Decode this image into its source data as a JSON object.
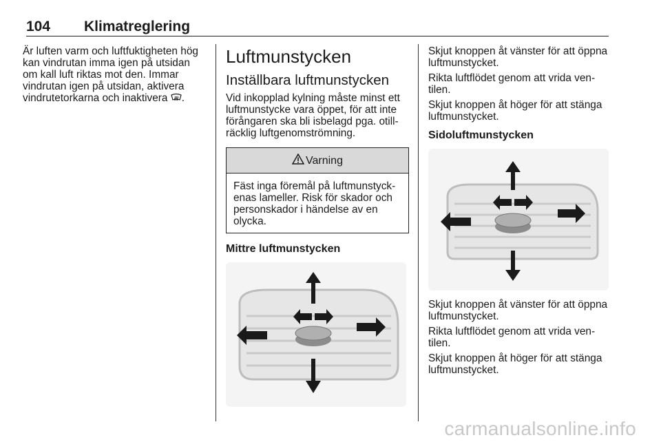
{
  "header": {
    "page_number": "104",
    "title": "Klimatreglering"
  },
  "col1": {
    "lines": [
      "Är luften varm och luftfuktigheten hög",
      "kan vindrutan imma igen på utsidan",
      "om kall luft riktas mot den. Immar",
      "vindrutan igen på utsidan, aktivera",
      "vindrutetorkarna och inaktivera ",
      "."
    ],
    "defrost_icon": "windshield-defrost-icon"
  },
  "col2": {
    "heading": "Luftmunstycken",
    "subheading": "Inställbara luftmunstycken",
    "intro_lines": [
      "Vid inkopplad kylning måste minst ett",
      "luftmunstycke vara öppet, för att inte",
      "förångaren ska bli isbelagd pga. otill-",
      "räcklig luftgenomströmning."
    ],
    "warning_title": "Varning",
    "warning_lines": [
      "Fäst inga föremål på luftmunstyck-",
      "enas lameller. Risk för skador och",
      "personskador i händelse av en",
      "olycka."
    ],
    "section_center": "Mittre luftmunstycken"
  },
  "col3": {
    "para1": "Skjut knoppen åt vänster för att öppna luftmunstycket.",
    "para2": "Rikta luftflödet genom att vrida ven-tilen.",
    "para3": "Skjut knoppen åt höger för att stänga luftmunstycket.",
    "section_side": "Sidoluftmunstycken",
    "para4": "Skjut knoppen åt vänster för att öppna luftmunstycket.",
    "para5": "Rikta luftflödet genom att vrida ven-tilen.",
    "para6": "Skjut knoppen åt höger för att stänga luftmunstycket."
  },
  "footer": {
    "brand": "carmanualsonline.info"
  }
}
